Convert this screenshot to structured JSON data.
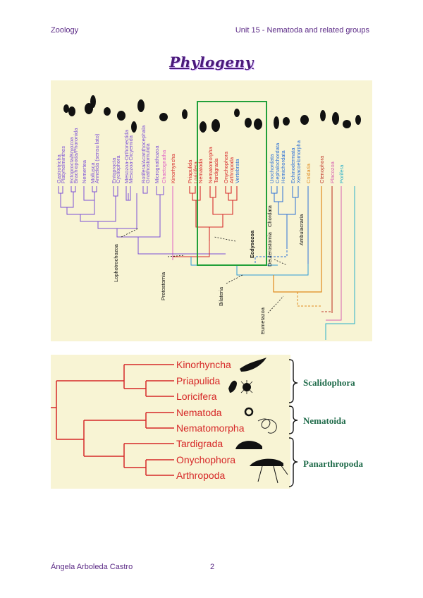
{
  "header": {
    "left": "Zoology",
    "right": "Unit 15 - Nematoda and related groups"
  },
  "title": "Phylogeny",
  "tree1": {
    "taxa": [
      {
        "label": "Gastrotricha",
        "color": "#7b4fd6"
      },
      {
        "label": "Platyhelminthes",
        "color": "#7b4fd6"
      },
      {
        "label": "Ectoprocta/Bryozoa",
        "color": "#7b4fd6"
      },
      {
        "label": "Brachiopoda/Phoronida",
        "color": "#7b4fd6"
      },
      {
        "label": "Nemertea",
        "color": "#7b4fd6"
      },
      {
        "label": "Mollusca",
        "color": "#7b4fd6"
      },
      {
        "label": "Annelida (sensu lato)",
        "color": "#7b4fd6"
      },
      {
        "label": "Entoprocta",
        "color": "#7b4fd6"
      },
      {
        "label": "Cycliophora",
        "color": "#7b4fd6"
      },
      {
        "label": "Mesozoa-Orthonectida",
        "color": "#7b4fd6"
      },
      {
        "label": "Mesozoa-Dicyemida",
        "color": "#7b4fd6"
      },
      {
        "label": "Rotifera/Acanthocephala",
        "color": "#7b4fd6"
      },
      {
        "label": "Gnathostomulida",
        "color": "#7b4fd6"
      },
      {
        "label": "Micrognathozoa",
        "color": "#7b4fd6"
      },
      {
        "label": "Chaetognatha",
        "color": "#e05fc4"
      },
      {
        "label": "Kinorhyncha",
        "color": "#d62828"
      },
      {
        "label": "Priapulida",
        "color": "#d62828"
      },
      {
        "label": "Loricifera",
        "color": "#d62828"
      },
      {
        "label": "Nematoda",
        "color": "#d62828"
      },
      {
        "label": "Nematomorpha",
        "color": "#d62828"
      },
      {
        "label": "Tardigrada",
        "color": "#d62828"
      },
      {
        "label": "Onychophora",
        "color": "#d62828"
      },
      {
        "label": "Arthropoda",
        "color": "#d62828"
      },
      {
        "label": "Vertebrata",
        "color": "#2b6fd6"
      },
      {
        "label": "Urochordata",
        "color": "#2b6fd6"
      },
      {
        "label": "Cephalochordata",
        "color": "#2b6fd6"
      },
      {
        "label": "Hemichordata",
        "color": "#2b6fd6"
      },
      {
        "label": "Echinodermata",
        "color": "#2b6fd6"
      },
      {
        "label": "Xenacoelomorpha",
        "color": "#2b6fd6"
      },
      {
        "label": "Cnidaria",
        "color": "#e08a1e"
      },
      {
        "label": "Ctenophora",
        "color": "#c0392b"
      },
      {
        "label": "Placozoa",
        "color": "#d65fb0"
      },
      {
        "label": "Porifera",
        "color": "#2ab0c8"
      }
    ],
    "clades": {
      "lophotrochozoa": "Lophotrochozoa",
      "protostomia": "Protostomia",
      "ecdysozoa": "Ecdysozoa",
      "deuterostomia": "Deuterostomia",
      "chordata": "Chordata",
      "ambulacraria": "Ambulacraria",
      "bilateria": "Bilateria",
      "eumetazoa": "Eumetazoa"
    }
  },
  "tree2": {
    "taxa": [
      "Kinorhyncha",
      "Priapulida",
      "Loricifera",
      "Nematoda",
      "Nematomorpha",
      "Tardigrada",
      "Onychophora",
      "Arthropoda"
    ],
    "groups": [
      "Scalidophora",
      "Nematoida",
      "Panarthropoda"
    ]
  },
  "footer": {
    "author": "Ángela Arboleda Castro",
    "page": "2"
  },
  "colors": {
    "text": "#5b2a86",
    "panel": "#f8f4d4",
    "red_tree": "#d62828",
    "clade_green": "#1f6b4a",
    "box_green": "#22a03a"
  }
}
